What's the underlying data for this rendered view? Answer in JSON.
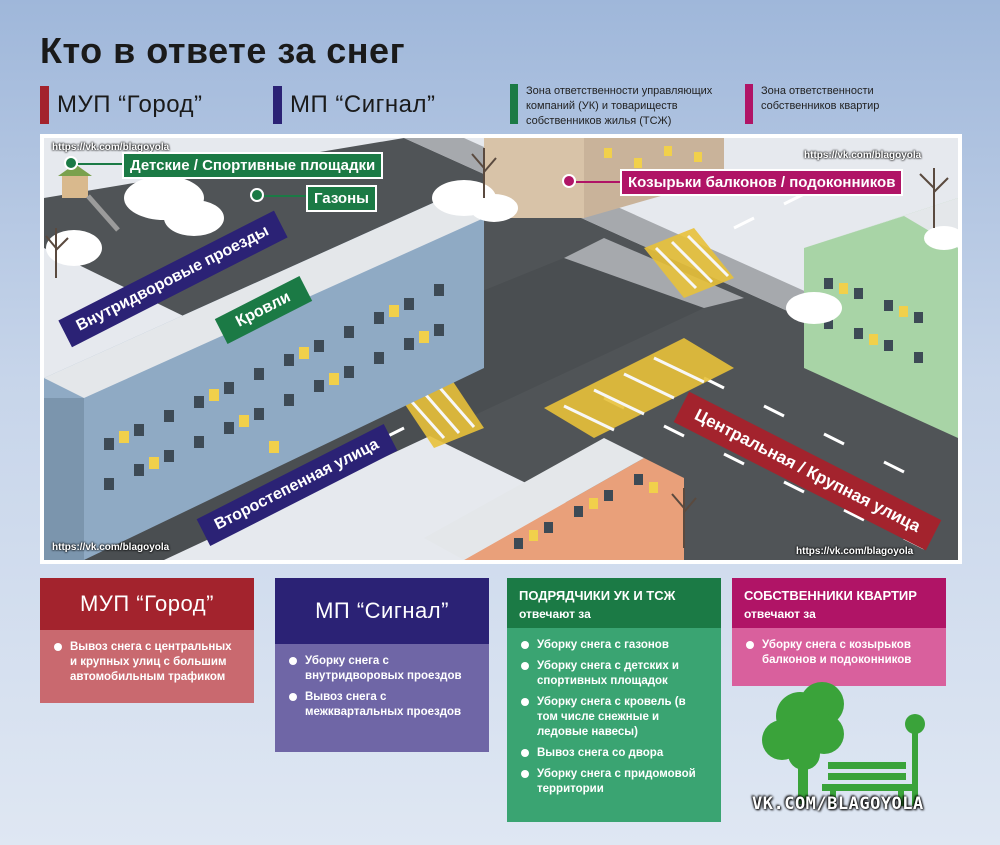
{
  "title": "Кто в ответе за снег",
  "legend": {
    "mup": "МУП “Город”",
    "mp": "МП “Сигнал”",
    "uk": "Зона ответственности управляющих компаний (УК) и товариществ собственников жилья (ТСЖ)",
    "owners": "Зона ответственности собственников квартир"
  },
  "colors": {
    "mup": "#a3232d",
    "mp": "#2b2275",
    "uk": "#1b7a45",
    "owners": "#b01466"
  },
  "map": {
    "url": "https://vk.com/blagoyola",
    "labels": {
      "playgrounds": "Детские / Спортивные площадки",
      "lawns": "Газоны",
      "balconies": "Козырьки балконов / подоконников",
      "yard_roads": "Внутридворовые проезды",
      "roofs": "Кровли",
      "secondary_street": "Второстепенная улица",
      "main_street": "Центральная / Крупная улица"
    }
  },
  "cards": {
    "mup": {
      "title": "МУП “Город”",
      "items": [
        "Вывоз снега с центральных и крупных улиц с большим автомобильным трафиком"
      ]
    },
    "mp": {
      "title": "МП “Сигнал”",
      "items": [
        "Уборку снега с внутридворовых проездов",
        "Вывоз снега с межквартальных проездов"
      ]
    },
    "uk": {
      "title": "ПОДРЯДЧИКИ УК И ТСЖ",
      "subtitle": "отвечают за",
      "items": [
        "Уборку снега с газонов",
        "Уборку снега с детских и спортивных площадок",
        "Уборку снега с кровель (в том числе снежные и ледовые навесы)",
        "Вывоз снега со двора",
        "Уборку снега с придомовой территории"
      ]
    },
    "owners": {
      "title": "СОБСТВЕННИКИ КВАРТИР",
      "subtitle": "отвечают за",
      "items": [
        "Уборку снега с козырьков балконов и подоконников"
      ]
    }
  },
  "logo_text": "VK.COM/BLAGOYOLA"
}
